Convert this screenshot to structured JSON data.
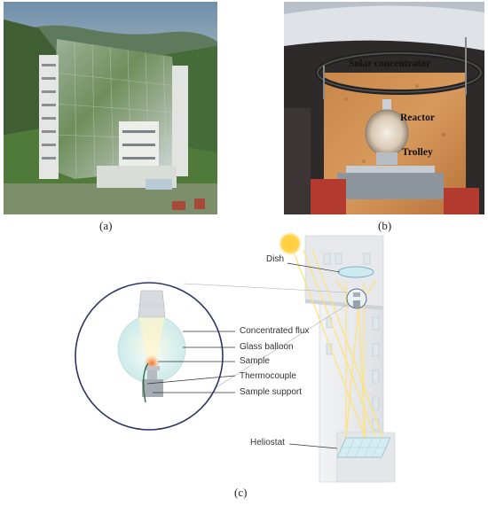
{
  "captions": {
    "a": "(a)",
    "b": "(b)",
    "c": "(c)"
  },
  "photo_b": {
    "solar_concentrator": "Solar concentrator",
    "reactor": "Reactor",
    "trolley": "Trolley"
  },
  "diagram_c": {
    "dish": "Dish",
    "heliostat": "Heliostat",
    "inset": [
      "Concentrated flux",
      "Glass balloon",
      "Sample",
      "Thermocouple",
      "Sample support"
    ]
  }
}
